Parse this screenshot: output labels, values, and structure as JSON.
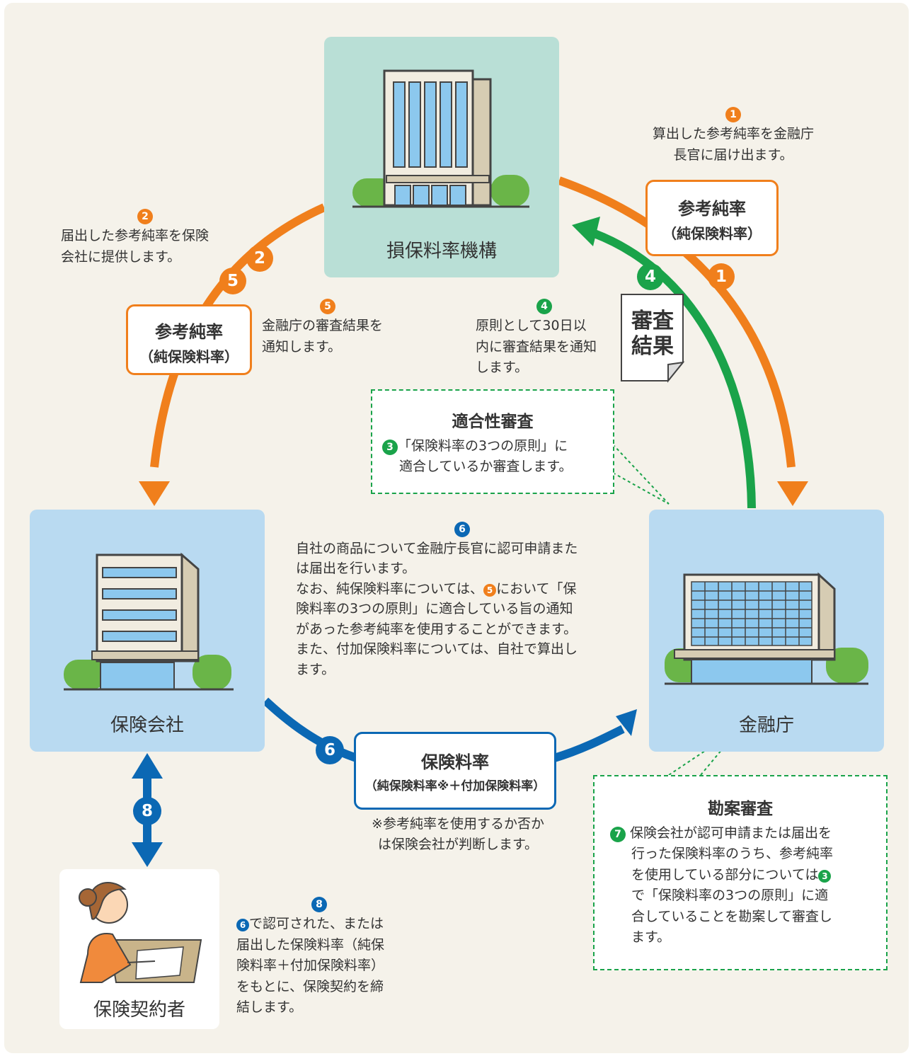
{
  "colors": {
    "orange": "#f07f1c",
    "green": "#1aa34a",
    "blue": "#0b68b4",
    "teal_box": "#b9dfd6",
    "blue_box": "#b9daf1",
    "background": "#f5f2ea"
  },
  "nodes": {
    "org": {
      "label": "損保料率機構",
      "icon": "office-tower-icon"
    },
    "fsa": {
      "label": "金融庁",
      "icon": "government-building-icon"
    },
    "insurer": {
      "label": "保険会社",
      "icon": "company-building-icon"
    },
    "policyholder": {
      "label": "保険契約者",
      "icon": "woman-writing-icon"
    }
  },
  "steps": {
    "s1": {
      "num": "1",
      "text": [
        "算出した参考純率を金融庁",
        "長官に届け出ます。"
      ]
    },
    "s2": {
      "num": "2",
      "text": [
        "届出した参考純率を保険",
        "会社に提供します。"
      ]
    },
    "s4": {
      "num": "4",
      "text": [
        "原則として30日以",
        "内に審査結果を通知",
        "します。"
      ]
    },
    "s5": {
      "num": "5",
      "text": [
        "金融庁の審査結果を",
        "通知します。"
      ]
    },
    "s6": {
      "num": "6",
      "line1": "自社の商品について金融庁長官に認可申請また",
      "line2": "は届出を行います。",
      "line3_pre": "なお、純保険料率については、",
      "line3_num": "5",
      "line3_post": "において「保",
      "line4": "険料率の3つの原則」に適合している旨の通知",
      "line5": "があった参考純率を使用することができます。",
      "line6": "また、付加保険料率については、自社で算出し",
      "line7": "ます。"
    },
    "s8": {
      "num": "8",
      "line1_num": "6",
      "line1": "で認可された、または",
      "line2": "届出した保険料率（純保",
      "line3": "険料率＋付加保険料率）",
      "line4": "をもとに、保険契約を締",
      "line5": "結します。"
    }
  },
  "reference_rate": {
    "title": "参考純率",
    "sub": "（純保険料率）"
  },
  "review_result": {
    "line1": "審査",
    "line2": "結果"
  },
  "suitability": {
    "title": "適合性審査",
    "num": "3",
    "line1": "「保険料率の3つの原則」に",
    "line2": "適合しているか審査します。"
  },
  "kanan": {
    "title": "勘案審査",
    "num": "7",
    "line1": "保険会社が認可申請または届出を",
    "line2": "行った保険料率のうち、参考純率",
    "line3_pre": "を使用している部分については",
    "line3_num": "3",
    "line4": "で「保険料率の3つの原則」に適",
    "line5": "合していることを勘案して審査し",
    "line6": "ます。"
  },
  "premium_rate": {
    "title": "保険料率",
    "sub": "（純保険料率※＋付加保険料率）"
  },
  "note": {
    "line1": "※参考純率を使用するか否か",
    "line2": "は保険会社が判断します。"
  },
  "arrow_labels": {
    "a1": "1",
    "a2": "2",
    "a4": "4",
    "a5": "5",
    "a6": "6",
    "a8": "8"
  }
}
